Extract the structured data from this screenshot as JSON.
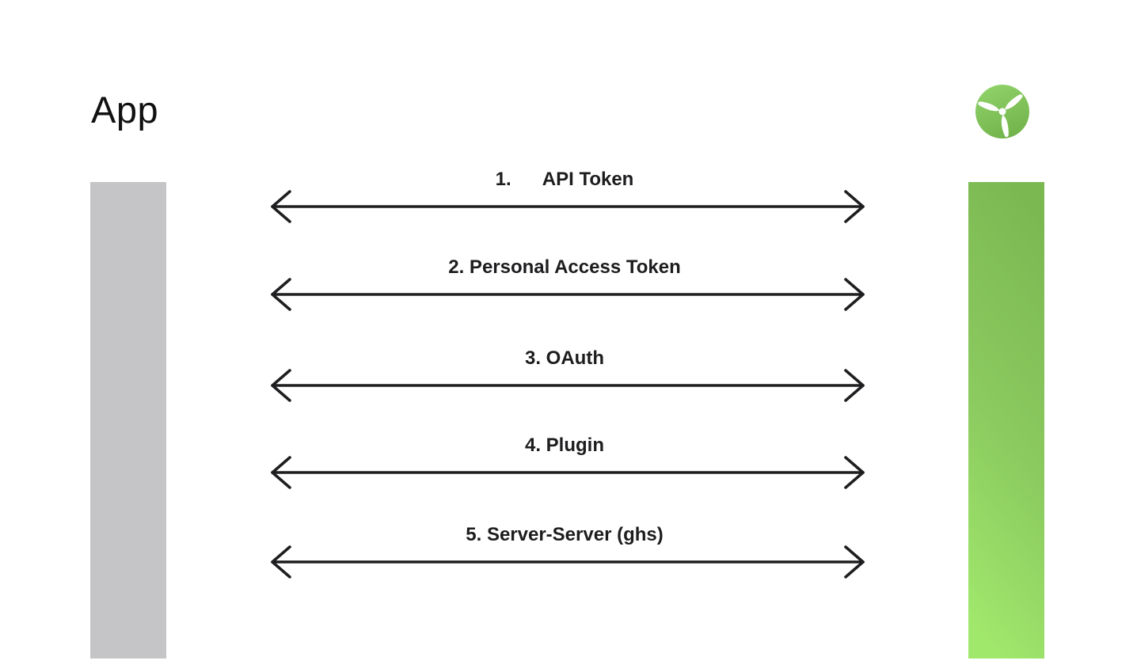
{
  "title": {
    "text": "App"
  },
  "app_bar": {
    "color": "#c5c5c7"
  },
  "service_bar": {
    "gradient_top": "#7cb852",
    "gradient_mid": "#8ccb60",
    "gradient_bottom": "#a0e86c"
  },
  "logo": {
    "name": "wind-turbine-logo",
    "circle_light": "#8fd269",
    "circle_dark": "#72b24a",
    "blade_color": "#ffffff"
  },
  "arrow_style": {
    "color": "#1e1e20"
  },
  "arrows": [
    {
      "label": "1.      API Token"
    },
    {
      "label": "2. Personal Access Token"
    },
    {
      "label": "3. OAuth"
    },
    {
      "label": "4. Plugin"
    },
    {
      "label": "5. Server-Server (ghs)"
    }
  ]
}
